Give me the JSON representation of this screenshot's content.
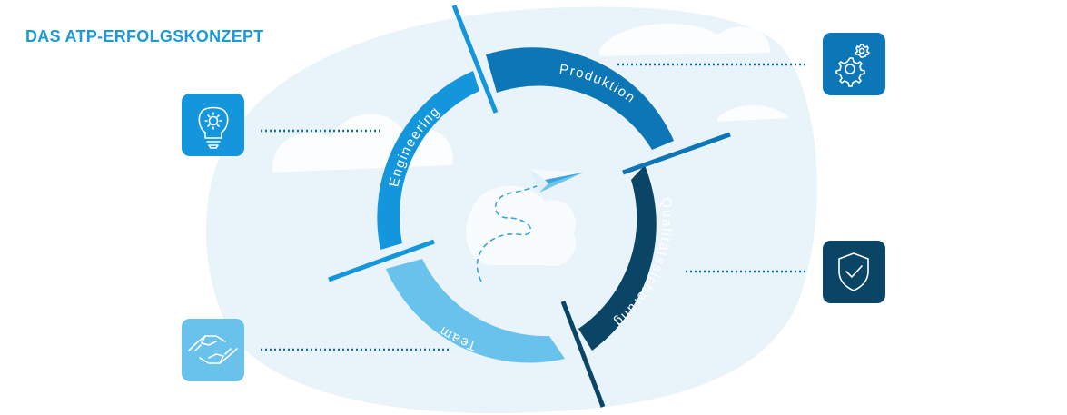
{
  "page": {
    "title": "DAS ATP-ERFOLGSKONZEPT"
  },
  "colors": {
    "background_shape": "#e9f3fa",
    "engineering": "#1496dc",
    "produktion": "#0c76b6",
    "qualitaet": "#0b4565",
    "team": "#68c2ec",
    "connector": "#0b6fa6",
    "arrow_line": "#3ba4d8"
  },
  "segments": [
    {
      "id": "engineering",
      "label": "Engineering",
      "icon": "lightbulb-gear-icon"
    },
    {
      "id": "produktion",
      "label": "Produktion",
      "icon": "gears-icon"
    },
    {
      "id": "qualitaet",
      "label": "Qualitätssicherung",
      "icon": "shield-check-icon"
    },
    {
      "id": "team",
      "label": "Team",
      "icon": "handshake-icon"
    }
  ],
  "center_icon": "paper-plane-icon"
}
